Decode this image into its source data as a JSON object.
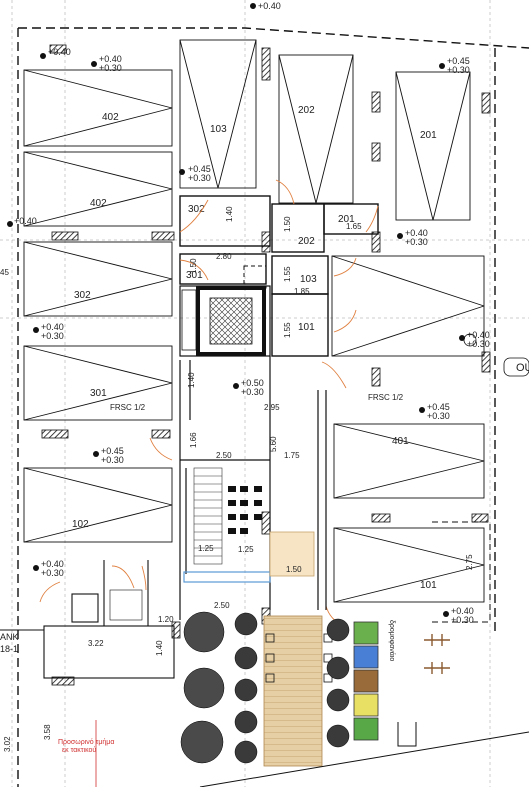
{
  "levels": {
    "top": "+0.40",
    "l1a": "+0.40",
    "l1b": "+0.30",
    "l2a": "+0.40",
    "l2b": "+0.30",
    "l3a": "+0.45",
    "l3b": "+0.30",
    "l4": "+0.40",
    "l5a": "+0.45",
    "l5b": "+0.30",
    "l6a": "+0.40",
    "l6b": "+0.30",
    "l7a": "+0.40",
    "l7b": "+0.30",
    "l8a": "+0.45",
    "l8b": "+0.30",
    "l9a": "+0.45",
    "l9b": "+0.30",
    "l10a": "+0.40",
    "l10b": "+0.30",
    "l11a": "+0.40",
    "l11b": "+0.30",
    "center_a": "+0.50",
    "center_b": "+0.30"
  },
  "parking": {
    "p402a": "402",
    "p402b": "402",
    "p302": "302",
    "p301": "301",
    "p102": "102",
    "p103": "103",
    "p202": "202",
    "p201": "201",
    "p401": "401",
    "p101": "101"
  },
  "storage": {
    "s302": "302",
    "s301": "301",
    "s201": "201",
    "s202": "202",
    "s103": "103",
    "s101": "101"
  },
  "dimensions": {
    "d140a": "1.40",
    "d150": "1.50",
    "d165": "1.65",
    "d280": "2.80",
    "d155": "1.55",
    "d185": "1.85",
    "d155b": "1.55",
    "d150b": "1.50",
    "d295": "2.95",
    "d560": "5.60",
    "d250": "2.50",
    "d175": "1.75",
    "d166": "1.66",
    "d140b": "1.40",
    "d125a": "1.25",
    "d125b": "1.25",
    "d150c": "1.50",
    "d275": "2.75",
    "d250b": "2.50",
    "d120": "1.20",
    "d322": "3.22",
    "d140c": "1.40",
    "d358": "3.58",
    "d302": "3.02",
    "d45": "45"
  },
  "labels": {
    "frsc_left": "FRSC 1/2",
    "frsc_right": "FRSC 1/2",
    "edge_left": "ΑΝΚ",
    "edge_left_num": "18-1",
    "right_ou": "OU",
    "right_greek": "δρομοφανάιο",
    "red_note_1": "Προσωρινό τμήμα",
    "red_note_2": "εκ τακτικού"
  },
  "colors": {
    "bin_green": "#6ab04c",
    "bin_blue": "#4a7fd6",
    "bin_brown": "#9a6b3a",
    "bin_yellow": "#e8e064",
    "bin_green2": "#58a848",
    "wood": "#c8a26a",
    "orange": "#e08040",
    "red": "#d03030"
  }
}
